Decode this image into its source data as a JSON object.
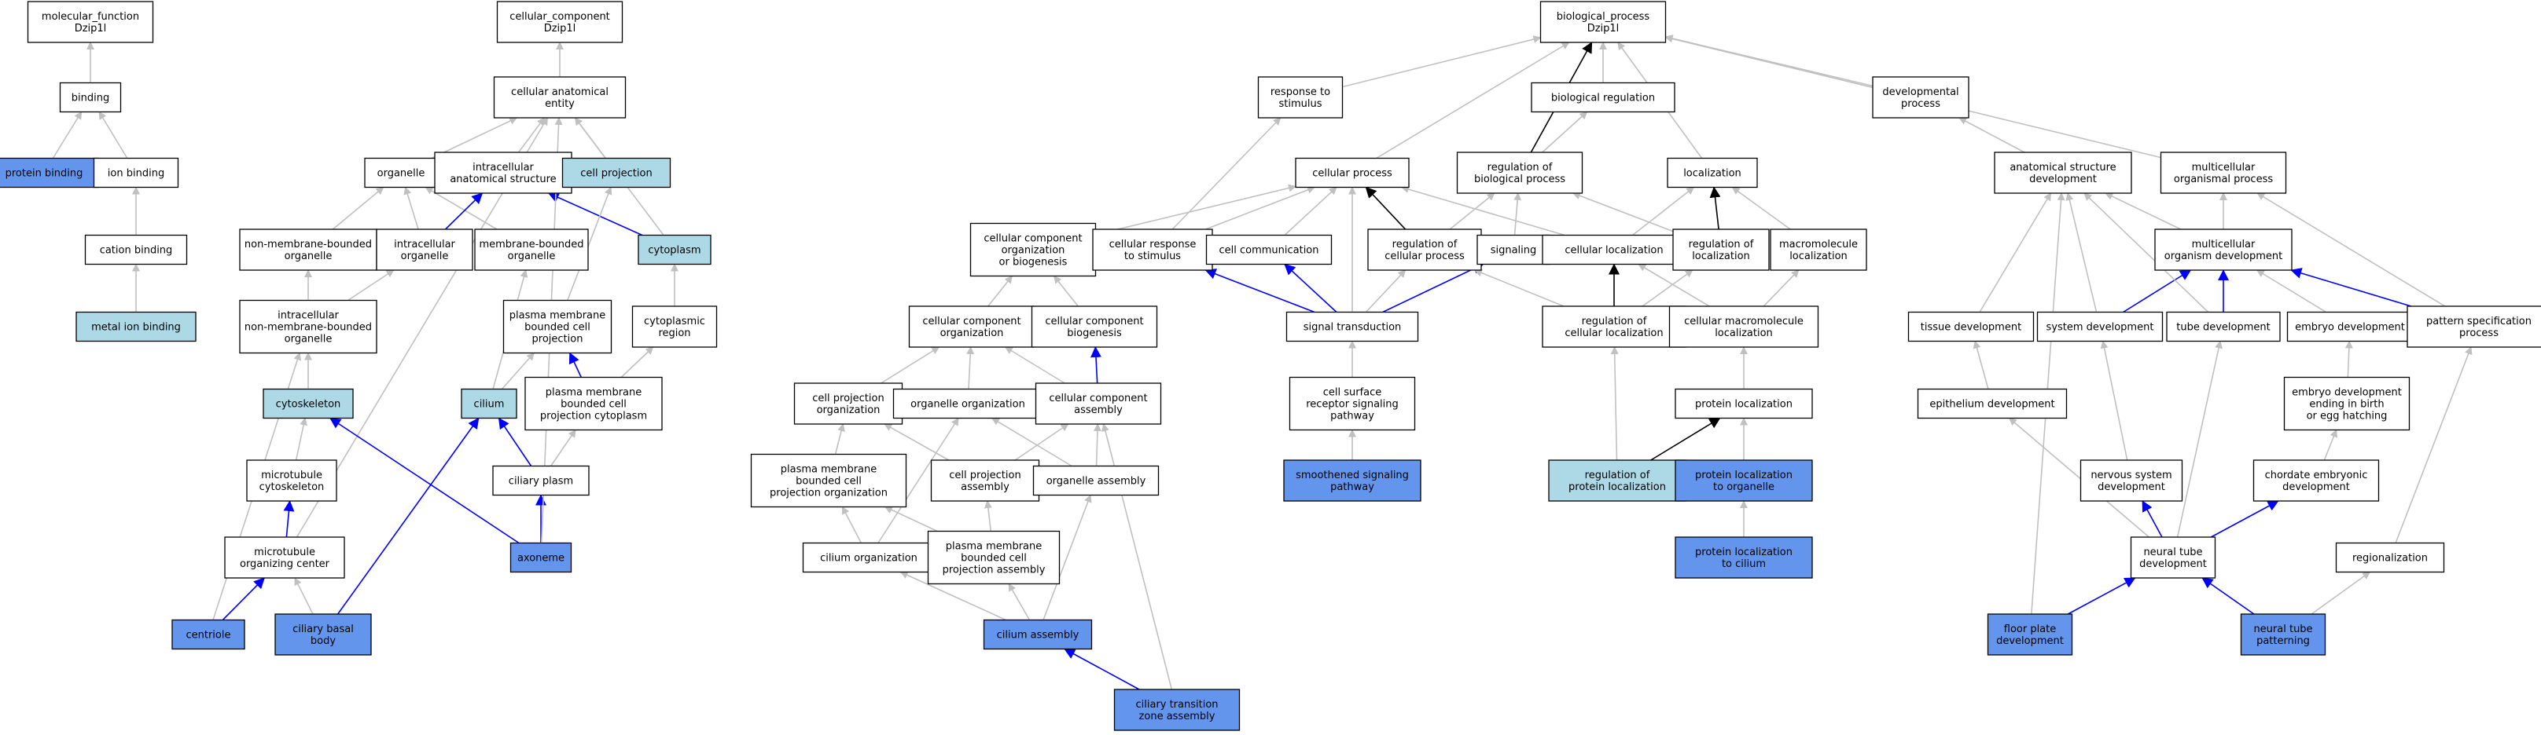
{
  "diagram": {
    "colors": {
      "white": "#ffffff",
      "light": "#add8e6",
      "dark": "#6495ed",
      "edge_is_a": "#c0c0c0",
      "edge_part_of": "#0000ff",
      "edge_regulates": "#000000"
    },
    "nodes": [
      {
        "id": "mf_root",
        "lines": [
          "molecular_function",
          "Dzip1l"
        ],
        "fill": "white"
      },
      {
        "id": "binding",
        "lines": [
          "binding"
        ],
        "fill": "white"
      },
      {
        "id": "protein_binding",
        "lines": [
          "protein binding"
        ],
        "fill": "dark"
      },
      {
        "id": "ion_binding",
        "lines": [
          "ion binding"
        ],
        "fill": "white"
      },
      {
        "id": "cation_binding",
        "lines": [
          "cation binding"
        ],
        "fill": "white"
      },
      {
        "id": "metal_ion_binding",
        "lines": [
          "metal ion binding"
        ],
        "fill": "light"
      },
      {
        "id": "cc_root",
        "lines": [
          "cellular_component",
          "Dzip1l"
        ],
        "fill": "white"
      },
      {
        "id": "cae",
        "lines": [
          "cellular anatomical",
          "entity"
        ],
        "fill": "white"
      },
      {
        "id": "organelle",
        "lines": [
          "organelle"
        ],
        "fill": "white"
      },
      {
        "id": "ias",
        "lines": [
          "intracellular",
          "anatomical structure"
        ],
        "fill": "white"
      },
      {
        "id": "cell_projection",
        "lines": [
          "cell projection"
        ],
        "fill": "light"
      },
      {
        "id": "nmbo",
        "lines": [
          "non-membrane-bounded",
          "organelle"
        ],
        "fill": "white"
      },
      {
        "id": "intra_org",
        "lines": [
          "intracellular",
          "organelle"
        ],
        "fill": "white"
      },
      {
        "id": "mbo",
        "lines": [
          "membrane-bounded",
          "organelle"
        ],
        "fill": "white"
      },
      {
        "id": "cytoplasm",
        "lines": [
          "cytoplasm"
        ],
        "fill": "light"
      },
      {
        "id": "inmbo",
        "lines": [
          "intracellular",
          "non-membrane-bounded",
          "organelle"
        ],
        "fill": "white"
      },
      {
        "id": "pmbcp",
        "lines": [
          "plasma membrane",
          "bounded cell",
          "projection"
        ],
        "fill": "white"
      },
      {
        "id": "cyto_region",
        "lines": [
          "cytoplasmic",
          "region"
        ],
        "fill": "white"
      },
      {
        "id": "cytoskeleton",
        "lines": [
          "cytoskeleton"
        ],
        "fill": "light"
      },
      {
        "id": "cilium",
        "lines": [
          "cilium"
        ],
        "fill": "light"
      },
      {
        "id": "pmbcpc",
        "lines": [
          "plasma membrane",
          "bounded cell",
          "projection cytoplasm"
        ],
        "fill": "white"
      },
      {
        "id": "mt_cyto",
        "lines": [
          "microtubule",
          "cytoskeleton"
        ],
        "fill": "white"
      },
      {
        "id": "ciliary_plasm",
        "lines": [
          "ciliary plasm"
        ],
        "fill": "white"
      },
      {
        "id": "mtoc",
        "lines": [
          "microtubule",
          "organizing center"
        ],
        "fill": "white"
      },
      {
        "id": "axoneme",
        "lines": [
          "axoneme"
        ],
        "fill": "dark"
      },
      {
        "id": "centriole",
        "lines": [
          "centriole"
        ],
        "fill": "dark"
      },
      {
        "id": "basal_body",
        "lines": [
          "ciliary basal",
          "body"
        ],
        "fill": "dark"
      },
      {
        "id": "bp_root",
        "lines": [
          "biological_process",
          "Dzip1l"
        ],
        "fill": "white"
      },
      {
        "id": "resp_stim",
        "lines": [
          "response to",
          "stimulus"
        ],
        "fill": "white"
      },
      {
        "id": "bio_reg",
        "lines": [
          "biological regulation"
        ],
        "fill": "white"
      },
      {
        "id": "dev_proc",
        "lines": [
          "developmental",
          "process"
        ],
        "fill": "white"
      },
      {
        "id": "cell_proc",
        "lines": [
          "cellular process"
        ],
        "fill": "white"
      },
      {
        "id": "reg_bio",
        "lines": [
          "regulation of",
          "biological process"
        ],
        "fill": "white"
      },
      {
        "id": "localization",
        "lines": [
          "localization"
        ],
        "fill": "white"
      },
      {
        "id": "asd",
        "lines": [
          "anatomical structure",
          "development"
        ],
        "fill": "white"
      },
      {
        "id": "mop",
        "lines": [
          "multicellular",
          "organismal process"
        ],
        "fill": "white"
      },
      {
        "id": "ccob",
        "lines": [
          "cellular component",
          "organization",
          "or biogenesis"
        ],
        "fill": "white"
      },
      {
        "id": "cell_resp",
        "lines": [
          "cellular response",
          "to stimulus"
        ],
        "fill": "white"
      },
      {
        "id": "cell_comm",
        "lines": [
          "cell communication"
        ],
        "fill": "white"
      },
      {
        "id": "reg_cell",
        "lines": [
          "regulation of",
          "cellular process"
        ],
        "fill": "white"
      },
      {
        "id": "signaling",
        "lines": [
          "signaling"
        ],
        "fill": "white"
      },
      {
        "id": "cell_loc",
        "lines": [
          "cellular localization"
        ],
        "fill": "white"
      },
      {
        "id": "reg_loc",
        "lines": [
          "regulation of",
          "localization"
        ],
        "fill": "white"
      },
      {
        "id": "macro_loc",
        "lines": [
          "macromolecule",
          "localization"
        ],
        "fill": "white"
      },
      {
        "id": "mod",
        "lines": [
          "multicellular",
          "organism development"
        ],
        "fill": "white"
      },
      {
        "id": "cco",
        "lines": [
          "cellular component",
          "organization"
        ],
        "fill": "white"
      },
      {
        "id": "ccb",
        "lines": [
          "cellular component",
          "biogenesis"
        ],
        "fill": "white"
      },
      {
        "id": "sig_trans",
        "lines": [
          "signal transduction"
        ],
        "fill": "white"
      },
      {
        "id": "reg_cell_loc",
        "lines": [
          "regulation of",
          "cellular localization"
        ],
        "fill": "white"
      },
      {
        "id": "cml",
        "lines": [
          "cellular macromolecule",
          "localization"
        ],
        "fill": "white"
      },
      {
        "id": "tissue_dev",
        "lines": [
          "tissue development"
        ],
        "fill": "white"
      },
      {
        "id": "sys_dev",
        "lines": [
          "system development"
        ],
        "fill": "white"
      },
      {
        "id": "tube_dev",
        "lines": [
          "tube development"
        ],
        "fill": "white"
      },
      {
        "id": "embryo_dev",
        "lines": [
          "embryo development"
        ],
        "fill": "white"
      },
      {
        "id": "pattern_spec",
        "lines": [
          "pattern specification",
          "process"
        ],
        "fill": "white"
      },
      {
        "id": "cpo",
        "lines": [
          "cell projection",
          "organization"
        ],
        "fill": "white"
      },
      {
        "id": "org_org",
        "lines": [
          "organelle organization"
        ],
        "fill": "white"
      },
      {
        "id": "cca",
        "lines": [
          "cellular component",
          "assembly"
        ],
        "fill": "white"
      },
      {
        "id": "csrsp",
        "lines": [
          "cell surface",
          "receptor signaling",
          "pathway"
        ],
        "fill": "white"
      },
      {
        "id": "prot_loc",
        "lines": [
          "protein localization"
        ],
        "fill": "white"
      },
      {
        "id": "epith_dev",
        "lines": [
          "epithelium development"
        ],
        "fill": "white"
      },
      {
        "id": "edebeh",
        "lines": [
          "embryo development",
          "ending in birth",
          "or egg hatching"
        ],
        "fill": "white"
      },
      {
        "id": "pmbcpo",
        "lines": [
          "plasma membrane",
          "bounded cell",
          "projection organization"
        ],
        "fill": "white"
      },
      {
        "id": "cpa",
        "lines": [
          "cell projection",
          "assembly"
        ],
        "fill": "white"
      },
      {
        "id": "org_asm",
        "lines": [
          "organelle assembly"
        ],
        "fill": "white"
      },
      {
        "id": "smooth",
        "lines": [
          "smoothened signaling",
          "pathway"
        ],
        "fill": "dark"
      },
      {
        "id": "reg_prot_loc",
        "lines": [
          "regulation of",
          "protein localization"
        ],
        "fill": "light"
      },
      {
        "id": "prot_loc_org",
        "lines": [
          "protein localization",
          "to organelle"
        ],
        "fill": "dark"
      },
      {
        "id": "nerv_dev",
        "lines": [
          "nervous system",
          "development"
        ],
        "fill": "white"
      },
      {
        "id": "chordate",
        "lines": [
          "chordate embryonic",
          "development"
        ],
        "fill": "white"
      },
      {
        "id": "cil_org",
        "lines": [
          "cilium organization"
        ],
        "fill": "white"
      },
      {
        "id": "pmbcpa",
        "lines": [
          "plasma membrane",
          "bounded cell",
          "projection assembly"
        ],
        "fill": "white"
      },
      {
        "id": "prot_loc_cil",
        "lines": [
          "protein localization",
          "to cilium"
        ],
        "fill": "dark"
      },
      {
        "id": "ntd",
        "lines": [
          "neural tube",
          "development"
        ],
        "fill": "white"
      },
      {
        "id": "regionalization",
        "lines": [
          "regionalization"
        ],
        "fill": "white"
      },
      {
        "id": "cil_asm",
        "lines": [
          "cilium assembly"
        ],
        "fill": "dark"
      },
      {
        "id": "floor_plate",
        "lines": [
          "floor plate",
          "development"
        ],
        "fill": "dark"
      },
      {
        "id": "ntp",
        "lines": [
          "neural tube",
          "patterning"
        ],
        "fill": "dark"
      },
      {
        "id": "ctza",
        "lines": [
          "ciliary transition",
          "zone assembly"
        ],
        "fill": "dark"
      }
    ],
    "edges": [
      [
        "binding",
        "mf_root",
        "is_a"
      ],
      [
        "protein_binding",
        "binding",
        "is_a"
      ],
      [
        "ion_binding",
        "binding",
        "is_a"
      ],
      [
        "cation_binding",
        "ion_binding",
        "is_a"
      ],
      [
        "metal_ion_binding",
        "cation_binding",
        "is_a"
      ],
      [
        "cae",
        "cc_root",
        "is_a"
      ],
      [
        "organelle",
        "cae",
        "is_a"
      ],
      [
        "ias",
        "cae",
        "is_a"
      ],
      [
        "cell_projection",
        "cae",
        "is_a"
      ],
      [
        "cytoplasm",
        "cae",
        "is_a"
      ],
      [
        "nmbo",
        "organelle",
        "is_a"
      ],
      [
        "intra_org",
        "organelle",
        "is_a"
      ],
      [
        "mbo",
        "organelle",
        "is_a"
      ],
      [
        "intra_org",
        "ias",
        "part_of"
      ],
      [
        "cytoplasm",
        "ias",
        "part_of"
      ],
      [
        "inmbo",
        "nmbo",
        "is_a"
      ],
      [
        "inmbo",
        "intra_org",
        "is_a"
      ],
      [
        "pmbcp",
        "cell_projection",
        "is_a"
      ],
      [
        "cyto_region",
        "cytoplasm",
        "is_a"
      ],
      [
        "cytoskeleton",
        "inmbo",
        "is_a"
      ],
      [
        "cilium",
        "pmbcp",
        "is_a"
      ],
      [
        "cilium",
        "mbo",
        "is_a"
      ],
      [
        "pmbcpc",
        "pmbcp",
        "part_of"
      ],
      [
        "pmbcpc",
        "cyto_region",
        "is_a"
      ],
      [
        "mt_cyto",
        "cytoskeleton",
        "is_a"
      ],
      [
        "ciliary_plasm",
        "pmbcpc",
        "is_a"
      ],
      [
        "ciliary_plasm",
        "cilium",
        "part_of"
      ],
      [
        "mtoc",
        "mt_cyto",
        "part_of"
      ],
      [
        "mtoc",
        "cae",
        "is_a"
      ],
      [
        "axoneme",
        "ciliary_plasm",
        "part_of"
      ],
      [
        "axoneme",
        "cytoskeleton",
        "part_of"
      ],
      [
        "axoneme",
        "cae",
        "is_a"
      ],
      [
        "centriole",
        "mtoc",
        "part_of"
      ],
      [
        "centriole",
        "inmbo",
        "is_a"
      ],
      [
        "basal_body",
        "mtoc",
        "is_a"
      ],
      [
        "basal_body",
        "cilium",
        "part_of"
      ],
      [
        "resp_stim",
        "bp_root",
        "is_a"
      ],
      [
        "bio_reg",
        "bp_root",
        "is_a"
      ],
      [
        "dev_proc",
        "bp_root",
        "is_a"
      ],
      [
        "cell_proc",
        "bp_root",
        "is_a"
      ],
      [
        "reg_bio",
        "bp_root",
        "regulates"
      ],
      [
        "reg_bio",
        "bio_reg",
        "is_a"
      ],
      [
        "localization",
        "bp_root",
        "is_a"
      ],
      [
        "mop",
        "bp_root",
        "is_a"
      ],
      [
        "asd",
        "dev_proc",
        "is_a"
      ],
      [
        "ccob",
        "cell_proc",
        "is_a"
      ],
      [
        "cell_resp",
        "resp_stim",
        "is_a"
      ],
      [
        "cell_resp",
        "cell_proc",
        "is_a"
      ],
      [
        "cell_comm",
        "cell_proc",
        "is_a"
      ],
      [
        "reg_cell",
        "reg_bio",
        "is_a"
      ],
      [
        "reg_cell",
        "cell_proc",
        "regulates"
      ],
      [
        "signaling",
        "reg_bio",
        "is_a"
      ],
      [
        "cell_loc",
        "localization",
        "is_a"
      ],
      [
        "cell_loc",
        "cell_proc",
        "is_a"
      ],
      [
        "reg_loc",
        "localization",
        "regulates"
      ],
      [
        "reg_loc",
        "reg_bio",
        "is_a"
      ],
      [
        "macro_loc",
        "localization",
        "is_a"
      ],
      [
        "mod",
        "asd",
        "is_a"
      ],
      [
        "mod",
        "mop",
        "is_a"
      ],
      [
        "cco",
        "ccob",
        "is_a"
      ],
      [
        "ccb",
        "ccob",
        "is_a"
      ],
      [
        "sig_trans",
        "cell_resp",
        "part_of"
      ],
      [
        "sig_trans",
        "cell_comm",
        "part_of"
      ],
      [
        "sig_trans",
        "signaling",
        "part_of"
      ],
      [
        "sig_trans",
        "reg_cell",
        "is_a"
      ],
      [
        "sig_trans",
        "cell_proc",
        "is_a"
      ],
      [
        "reg_cell_loc",
        "cell_loc",
        "regulates"
      ],
      [
        "reg_cell_loc",
        "reg_loc",
        "is_a"
      ],
      [
        "reg_cell_loc",
        "reg_cell",
        "is_a"
      ],
      [
        "cml",
        "cell_loc",
        "is_a"
      ],
      [
        "cml",
        "macro_loc",
        "is_a"
      ],
      [
        "tissue_dev",
        "asd",
        "is_a"
      ],
      [
        "sys_dev",
        "asd",
        "is_a"
      ],
      [
        "sys_dev",
        "mod",
        "part_of"
      ],
      [
        "tube_dev",
        "asd",
        "is_a"
      ],
      [
        "tube_dev",
        "mod",
        "part_of"
      ],
      [
        "embryo_dev",
        "mod",
        "is_a"
      ],
      [
        "pattern_spec",
        "mod",
        "part_of"
      ],
      [
        "pattern_spec",
        "mop",
        "is_a"
      ],
      [
        "cpo",
        "cco",
        "is_a"
      ],
      [
        "org_org",
        "cco",
        "is_a"
      ],
      [
        "cca",
        "cco",
        "is_a"
      ],
      [
        "cca",
        "ccb",
        "part_of"
      ],
      [
        "csrsp",
        "sig_trans",
        "is_a"
      ],
      [
        "prot_loc",
        "cml",
        "is_a"
      ],
      [
        "epith_dev",
        "tissue_dev",
        "is_a"
      ],
      [
        "edebeh",
        "embryo_dev",
        "is_a"
      ],
      [
        "pmbcpo",
        "cpo",
        "is_a"
      ],
      [
        "cpa",
        "cpo",
        "is_a"
      ],
      [
        "cpa",
        "cca",
        "is_a"
      ],
      [
        "org_asm",
        "org_org",
        "is_a"
      ],
      [
        "org_asm",
        "cca",
        "is_a"
      ],
      [
        "smooth",
        "csrsp",
        "is_a"
      ],
      [
        "reg_prot_loc",
        "prot_loc",
        "regulates"
      ],
      [
        "reg_prot_loc",
        "reg_cell_loc",
        "is_a"
      ],
      [
        "prot_loc_org",
        "prot_loc",
        "is_a"
      ],
      [
        "nerv_dev",
        "sys_dev",
        "is_a"
      ],
      [
        "chordate",
        "edebeh",
        "is_a"
      ],
      [
        "cil_org",
        "pmbcpo",
        "is_a"
      ],
      [
        "cil_org",
        "org_org",
        "is_a"
      ],
      [
        "pmbcpa",
        "pmbcpo",
        "is_a"
      ],
      [
        "pmbcpa",
        "cpa",
        "is_a"
      ],
      [
        "prot_loc_cil",
        "prot_loc_org",
        "is_a"
      ],
      [
        "ntd",
        "nerv_dev",
        "part_of"
      ],
      [
        "ntd",
        "chordate",
        "part_of"
      ],
      [
        "ntd",
        "epith_dev",
        "is_a"
      ],
      [
        "ntd",
        "tube_dev",
        "is_a"
      ],
      [
        "regionalization",
        "pattern_spec",
        "is_a"
      ],
      [
        "cil_asm",
        "cil_org",
        "is_a"
      ],
      [
        "cil_asm",
        "pmbcpa",
        "is_a"
      ],
      [
        "cil_asm",
        "org_asm",
        "is_a"
      ],
      [
        "floor_plate",
        "ntd",
        "part_of"
      ],
      [
        "floor_plate",
        "asd",
        "is_a"
      ],
      [
        "ntp",
        "ntd",
        "part_of"
      ],
      [
        "ntp",
        "regionalization",
        "is_a"
      ],
      [
        "ctza",
        "cil_asm",
        "part_of"
      ],
      [
        "ctza",
        "cca",
        "is_a"
      ]
    ]
  }
}
